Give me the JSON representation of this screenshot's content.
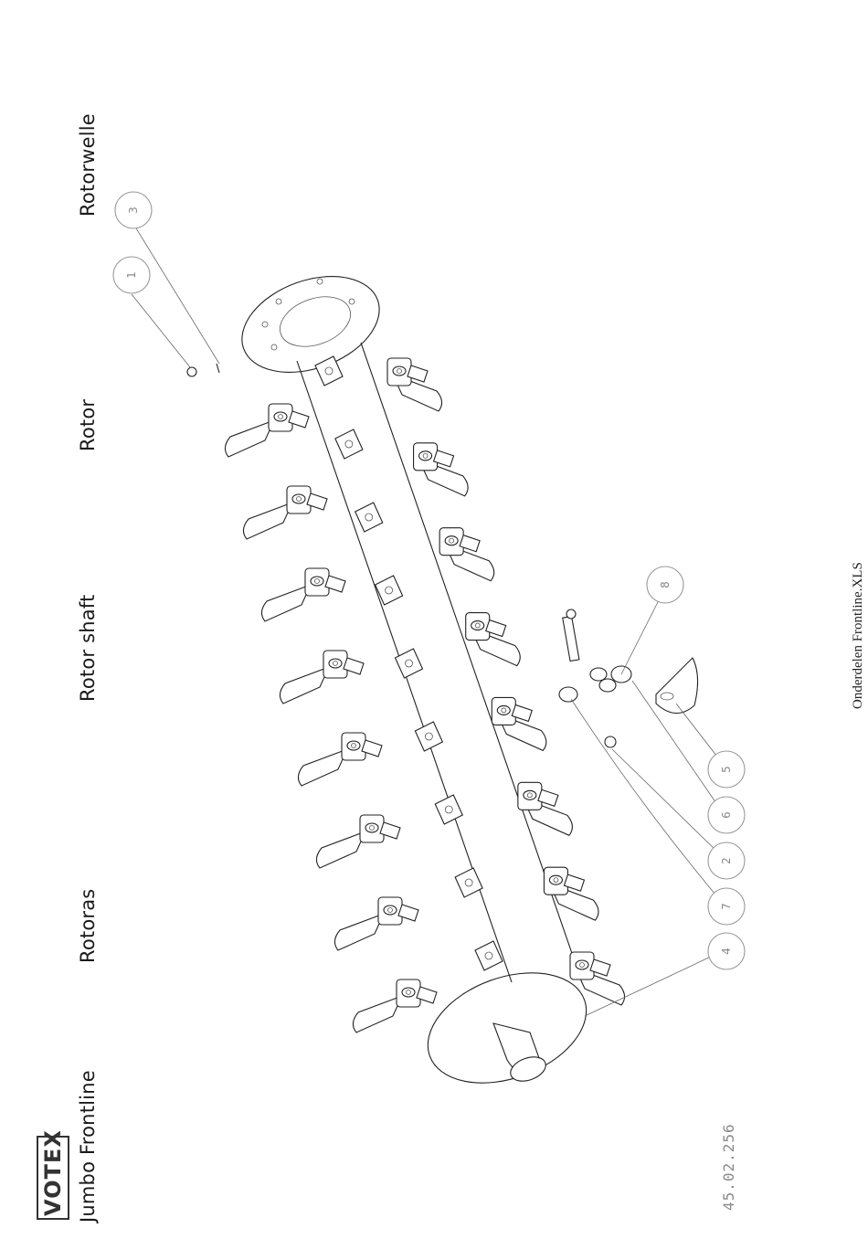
{
  "header": {
    "brand": "VOTEX",
    "model": "Jumbo Frontline",
    "label_nl": "Rotoras",
    "label_en": "Rotor shaft",
    "label_fr": "Rotor",
    "label_de": "Rotorwelle"
  },
  "footer": {
    "drawing_number": "45.02.256",
    "source_file": "Onderdelen Frontline.XLS"
  },
  "callouts": [
    "1",
    "3",
    "8",
    "5",
    "6",
    "2",
    "7",
    "4"
  ]
}
